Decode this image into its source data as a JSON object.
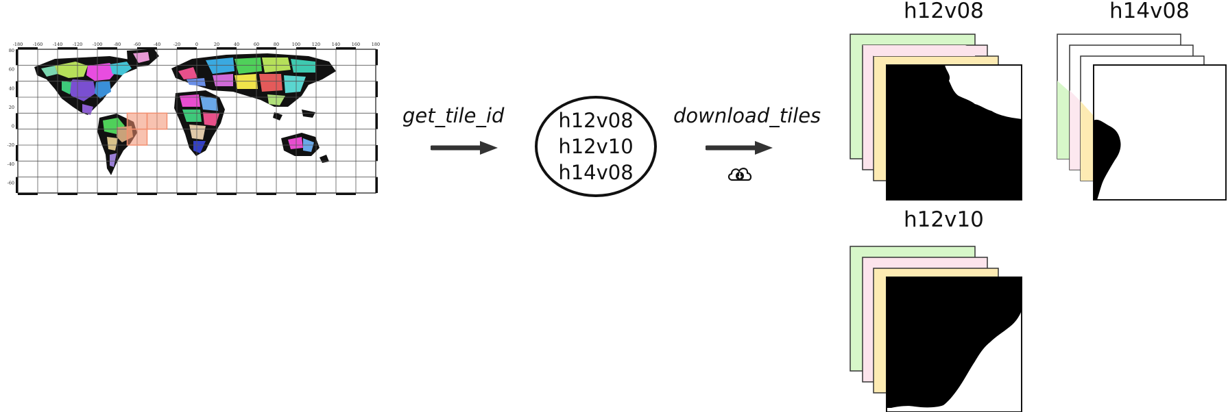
{
  "map": {
    "lon_ticks": [
      "-180",
      "-160",
      "-140",
      "-120",
      "-100",
      "-80",
      "-60",
      "-40",
      "-20",
      "0",
      "20",
      "40",
      "60",
      "80",
      "100",
      "120",
      "140",
      "160",
      "180"
    ],
    "lat_ticks": [
      "80",
      "60",
      "40",
      "20",
      "0",
      "-20",
      "-40",
      "-60"
    ],
    "highlight_color": "#f28f70"
  },
  "steps": {
    "get_tile_id": "get_tile_id",
    "download_tiles": "download_tiles",
    "download_icon": "cloud-download-icon"
  },
  "tile_ids": [
    "h12v08",
    "h12v10",
    "h14v08"
  ],
  "tiles": {
    "h12v08": "h12v08",
    "h14v08": "h14v08",
    "h12v10": "h12v10"
  },
  "layer_colors": [
    "#d7f7c9",
    "#fce4ec",
    "#fdebb3",
    "#000000"
  ]
}
